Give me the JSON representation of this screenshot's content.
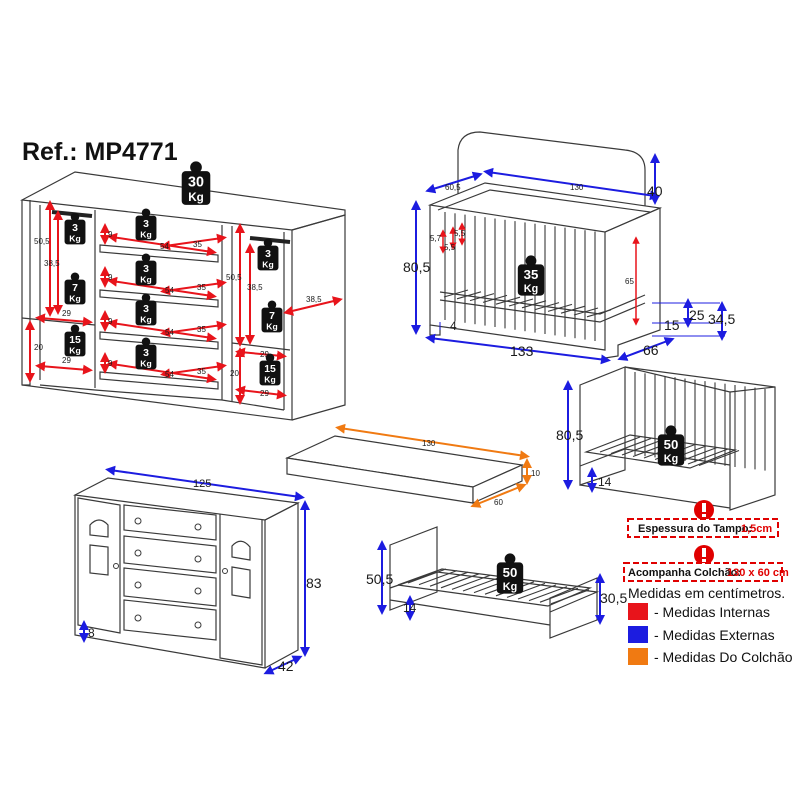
{
  "title": "Ref.: MP4771",
  "colors": {
    "internal": "#e8141b",
    "external": "#1c1ce0",
    "mattress": "#f07a12",
    "outline": "#3a3a3a"
  },
  "dresser_top": {
    "weights": {
      "top": [
        "30",
        "Kg"
      ],
      "hang_left": [
        "3",
        "Kg"
      ],
      "hang_right": [
        "3",
        "Kg"
      ],
      "shelf_left_mid": [
        "7",
        "Kg"
      ],
      "shelf_left_low": [
        "15",
        "Kg"
      ],
      "shelf_right_mid": [
        "7",
        "Kg"
      ],
      "shelf_right_low": [
        "15",
        "Kg"
      ],
      "drawer1": [
        "3",
        "Kg"
      ],
      "drawer2": [
        "3",
        "Kg"
      ],
      "drawer3": [
        "3",
        "Kg"
      ],
      "drawer4": [
        "3",
        "Kg"
      ]
    },
    "dims": {
      "left_outer_h": "50,5",
      "left_inner_h": "38,5",
      "left_low_h": "20",
      "left_w1": "29",
      "left_w2": "29",
      "drawer_h": "9",
      "drawer_w": "54",
      "drawer_d": "35",
      "right_outer_h": "50,5",
      "right_inner_h": "38,5",
      "right_depth": "38,5",
      "right_low_h": "20",
      "right_w1": "29",
      "right_w2": "29"
    }
  },
  "crib": {
    "weight": [
      "35",
      "Kg"
    ],
    "dims": {
      "top_depth": "60,5",
      "top_width": "130",
      "top_h": "40",
      "rail_a": "5,7",
      "rail_b": "5,5",
      "rail_c": "5,5",
      "height": "80,5",
      "inner_h": "65",
      "leg": "4",
      "width": "133",
      "depth": "66",
      "base": "15",
      "step1": "25",
      "step2": "34,5"
    }
  },
  "mattress": {
    "length": "130",
    "height": "10",
    "width": "60"
  },
  "sofa_bed": {
    "weight": [
      "50",
      "Kg"
    ],
    "height": "80,5",
    "leg": "14"
  },
  "dresser_front": {
    "width": "125",
    "height": "83",
    "depth": "42",
    "foot": "8"
  },
  "junior_bed": {
    "weight": [
      "50",
      "Kg"
    ],
    "height": "50,5",
    "leg": "14",
    "foot_h": "30,5"
  },
  "notes": {
    "top_thickness_label": "Espessura do Tampo:",
    "top_thickness_value": "1,5cm",
    "mattress_label": "Acompanha Colchão:",
    "mattress_value": "130 x 60 cm"
  },
  "legend": {
    "heading": "Medidas em centímetros.",
    "items": [
      {
        "label": "- Medidas Internas",
        "color": "#e8141b"
      },
      {
        "label": "- Medidas Externas",
        "color": "#1c1ce0"
      },
      {
        "label": "- Medidas Do Colchão",
        "color": "#f07a12"
      }
    ]
  }
}
